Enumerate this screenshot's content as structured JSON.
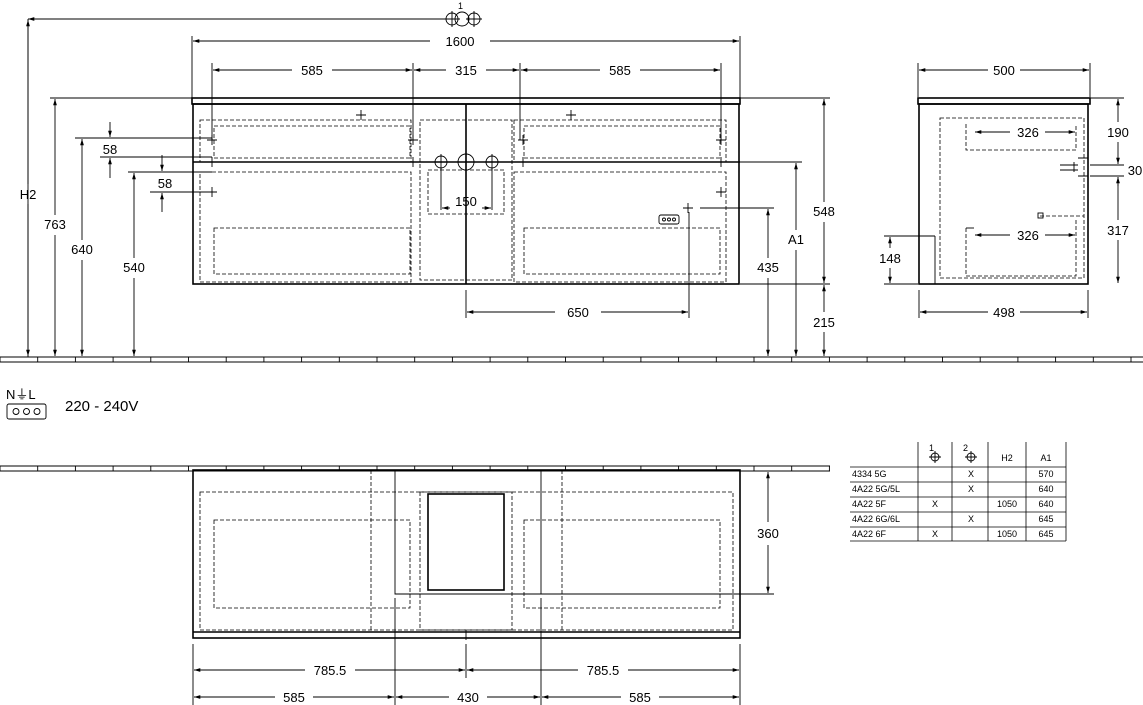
{
  "dimensions": {
    "total_width": "1600",
    "left_width": "585",
    "mid_width": "315",
    "right_width": "585",
    "side_depth": "500",
    "side_inner_depth": "498",
    "side_drawer_upper": "326",
    "side_drawer_lower": "326",
    "side_top_offset": "190",
    "side_gap": "30",
    "side_lower_height": "317",
    "side_base_height": "148",
    "height_h2": "H2",
    "height_763": "763",
    "height_640": "640",
    "height_540": "540",
    "offset_58_a": "58",
    "offset_58_b": "58",
    "tap_spacing": "150",
    "drain_offset": "650",
    "height_548": "548",
    "height_a1": "A1",
    "height_435": "435",
    "height_215": "215",
    "bottom_depth": "360",
    "half_width_left": "785.5",
    "half_width_right": "785.5",
    "bottom_left": "585",
    "bottom_mid": "430",
    "bottom_right": "585"
  },
  "markers": {
    "tap_holes_top": "1",
    "col_1": "1",
    "col_2": "2"
  },
  "electrical": {
    "symbol_label": "N⏚L",
    "voltage": "220 - 240V"
  },
  "table": {
    "headers": [
      "",
      "1",
      "2",
      "H2",
      "A1"
    ],
    "rows": [
      [
        "4334 5G",
        "",
        "X",
        "",
        "570"
      ],
      [
        "4A22 5G/5L",
        "",
        "X",
        "",
        "640"
      ],
      [
        "4A22 5F",
        "X",
        "",
        "1050",
        "640"
      ],
      [
        "4A22 6G/6L",
        "",
        "X",
        "",
        "645"
      ],
      [
        "4A22 6F",
        "X",
        "",
        "1050",
        "645"
      ]
    ]
  }
}
